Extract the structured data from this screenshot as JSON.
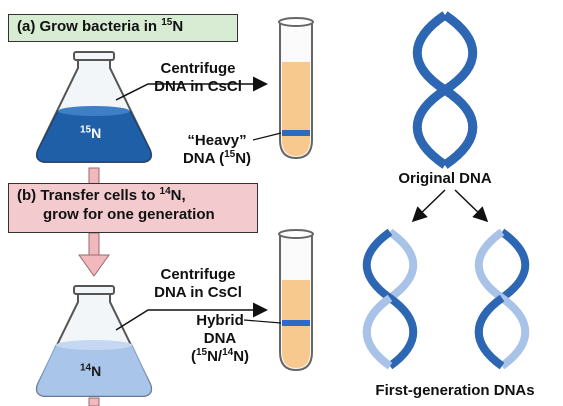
{
  "step_a": {
    "letter": "(a)",
    "text": "Grow bacteria in ",
    "iso_mass": "15",
    "iso_el": "N"
  },
  "step_b": {
    "letter": "(b)",
    "line1": "Transfer cells to ",
    "iso_mass": "14",
    "iso_el": "N,",
    "line2": "grow for one generation"
  },
  "centrifuge_1": {
    "line1": "Centrifuge",
    "line2": "DNA in CsCl"
  },
  "centrifuge_2": {
    "line1": "Centrifuge",
    "line2": "DNA in CsCl"
  },
  "flask_1": {
    "mass": "15",
    "el": "N"
  },
  "flask_2": {
    "mass": "14",
    "el": "N"
  },
  "heavy_label": {
    "line1": "“Heavy”",
    "line2_pre": "DNA (",
    "mass": "15",
    "line2_post": "N)"
  },
  "hybrid_label": {
    "line1": "Hybrid",
    "line2": "DNA",
    "line3_pre": "(",
    "mass1": "15",
    "mid": "N/",
    "mass2": "14",
    "line3_post": "N)"
  },
  "original_dna": "Original DNA",
  "first_gen": "First-generation DNAs",
  "colors": {
    "step_a_bg": "#d7ecd3",
    "step_b_bg": "#f3cbcf",
    "heavy_medium": "#1f5fa8",
    "light_medium": "#a9c6ea",
    "dna_dark": "#2d66b3",
    "dna_light": "#a9c3e8",
    "tube_fill": "#f8c98f",
    "band": "#2b6cc2",
    "arrow_pink": "#f1b8bd"
  }
}
